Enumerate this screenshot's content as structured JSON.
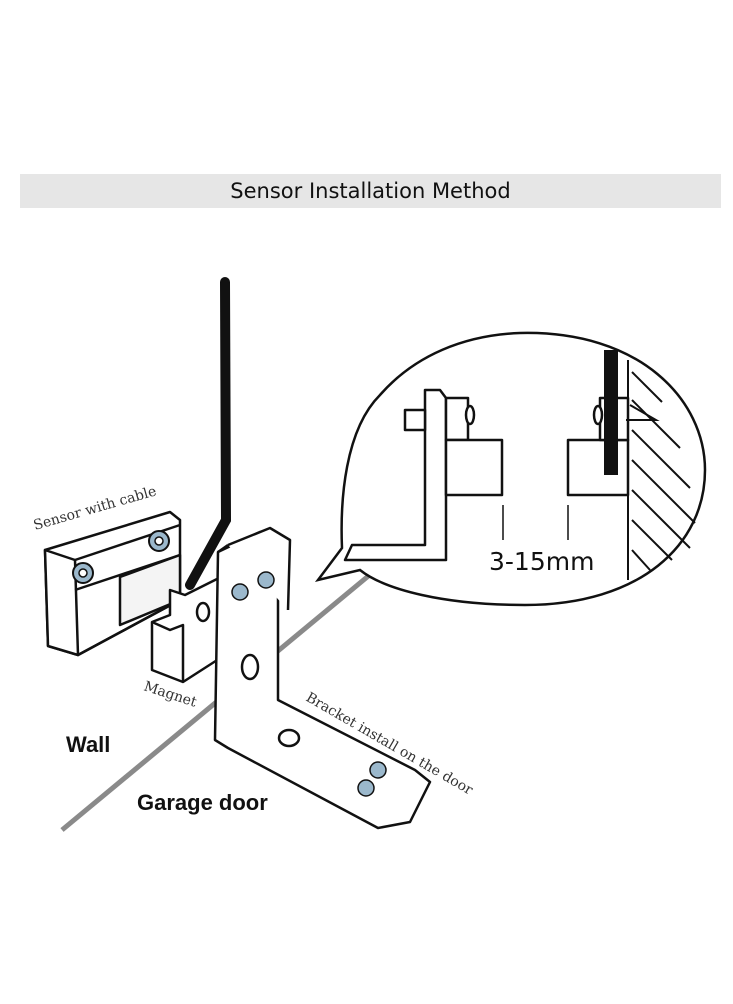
{
  "title": "Sensor Installation Method",
  "labels": {
    "sensor": "Sensor with cable",
    "magnet": "Magnet",
    "bracket": "Bracket install on the door",
    "wall": "Wall",
    "garage_door": "Garage door",
    "gap": "3-15mm"
  },
  "colors": {
    "outline": "#111111",
    "floor_line": "#8a8a8a",
    "title_bg": "#e6e6e6",
    "screw": "#9bb8cc"
  }
}
